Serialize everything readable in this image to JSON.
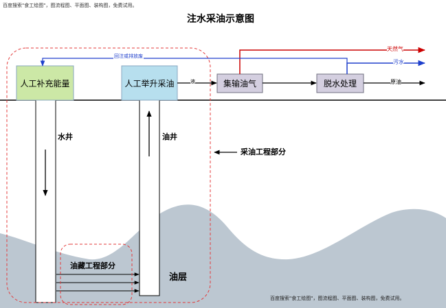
{
  "watermark_top": "百度搜索\"食工绘图\"，图流程图、平面图、装构图，免费试用。",
  "watermark_bottom": "百度搜索\"食工绘图\"，图流程图、平面图、装构图，免费试用。",
  "title": "注水采油示意图",
  "boxes": {
    "water_injection": "人工补充能量",
    "artificial_lift": "人工举升采油",
    "gathering": "集输油气",
    "dehydration": "脱水处理"
  },
  "labels": {
    "return_line": "回注或排放废",
    "oil_flow": "液",
    "gas": "天然气",
    "sewage": "污水",
    "crude": "原油",
    "water_well": "水井",
    "oil_well": "油井",
    "production_engineering": "采油工程部分",
    "reservoir_engineering": "油藏工程部分",
    "oil_layer": "油层"
  },
  "colors": {
    "water_box_fill": "#cce8a6",
    "lift_box_fill": "#b7dfee",
    "process_box_fill": "#d4cfe0",
    "gas_line": "#cc0000",
    "water_line": "#1e3fcc",
    "dashed_boundary": "#e33a3a",
    "reservoir_fill": "#bcc7d1"
  }
}
